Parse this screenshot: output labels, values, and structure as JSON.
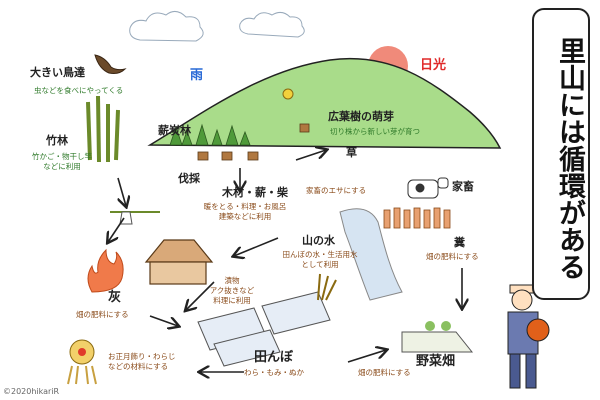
{
  "speech": "里山には循環がある",
  "credit": "©2020hikariR",
  "weather": {
    "rain": "雨",
    "sun": "日光"
  },
  "bird": {
    "title": "大きい鳥達",
    "desc": "虫などを食べにやってくる"
  },
  "bamboo": {
    "title": "竹林",
    "desc": [
      "竹かご・物干し竿",
      "などに利用"
    ]
  },
  "firewood_forest": {
    "title": "薪炭林"
  },
  "sprout": {
    "title": "広葉樹の萌芽",
    "desc": "切り株から新しい芽が育つ"
  },
  "logging": {
    "title": "伐採"
  },
  "products": {
    "title": "木材・薪・柴",
    "desc": [
      "暖をとる・料理・お風呂",
      "建築などに利用"
    ]
  },
  "grass": {
    "title": "草",
    "desc": "家畜のエサにする"
  },
  "livestock": {
    "title": "家畜"
  },
  "manure": {
    "title": "糞",
    "desc": "畑の肥料にする"
  },
  "mountain_water": {
    "title": "山の水",
    "desc": [
      "田んぼの水・生活用水",
      "として利用"
    ]
  },
  "pickles": {
    "desc": [
      "漬物",
      "アク抜きなど",
      "料理に利用"
    ]
  },
  "ash": {
    "title": "灰",
    "desc": "畑の肥料にする"
  },
  "new_year": {
    "desc": [
      "お正月飾り・わらじ",
      "などの材料にする"
    ]
  },
  "rice_field": {
    "title": "田んぼ",
    "desc": "わら・もみ・ぬか"
  },
  "fertilizer_note": {
    "desc": "畑の肥料にする"
  },
  "vegetable_field": {
    "title": "野菜畑"
  },
  "colors": {
    "mountain": "#a9dc8a",
    "sun": "#f08a7a",
    "red_text": "#e02a2a",
    "blue_text": "#2a6ad6",
    "green_text": "#2f7a2a"
  }
}
